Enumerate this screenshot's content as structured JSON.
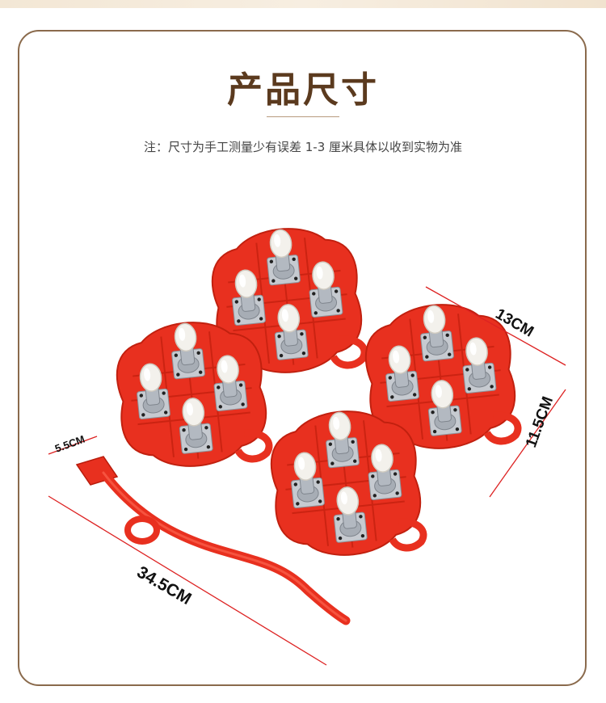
{
  "title": "产品尺寸",
  "note": "注：尺寸为手工测量少有误差 1-3 厘米具体以收到实物为准",
  "dimensions": {
    "width": "13CM",
    "height": "11.5CM",
    "bar_length": "34.5CM",
    "bar_head": "5.5CM"
  },
  "colors": {
    "frame": "#8a6a4c",
    "title": "#5b3a1e",
    "mover_red": "#e8301f",
    "wheel": "#f2f0ea",
    "metal": "#b9bec6"
  },
  "icons": [
    "furniture-mover-dolly",
    "caster-wheel",
    "lifter-bar"
  ]
}
